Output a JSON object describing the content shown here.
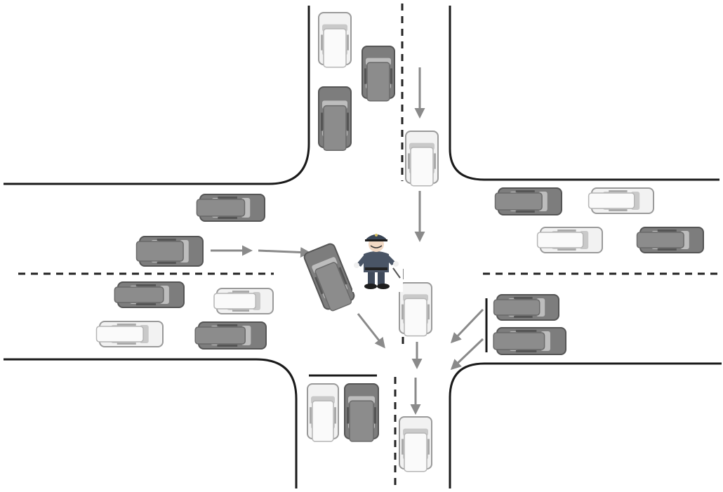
{
  "diagram": {
    "type": "intersection-traffic-scene",
    "background_color": "#ffffff",
    "road_edge_color": "#1a1a1a",
    "lane_marking_color": "#222222",
    "arrow_color": "#8a8a8a",
    "car_colors": {
      "dark": "#7d7d7d",
      "light": "#f2f2f2"
    },
    "traffic_officer": {
      "icon": "police-officer-icon",
      "uniform_color": "#4a5566"
    },
    "cars": [
      {
        "id": "car-north-1",
        "shade": "light",
        "heading": "vertical"
      },
      {
        "id": "car-north-2",
        "shade": "dark",
        "heading": "vertical"
      },
      {
        "id": "car-north-3",
        "shade": "dark",
        "heading": "vertical"
      },
      {
        "id": "car-southbound-1",
        "shade": "light",
        "heading": "vertical"
      },
      {
        "id": "car-west-1",
        "shade": "dark",
        "heading": "horizontal"
      },
      {
        "id": "car-west-2",
        "shade": "dark",
        "heading": "horizontal"
      },
      {
        "id": "car-turning",
        "shade": "dark",
        "heading": "diagonal"
      },
      {
        "id": "car-west-3",
        "shade": "dark",
        "heading": "horizontal"
      },
      {
        "id": "car-west-4",
        "shade": "light",
        "heading": "horizontal"
      },
      {
        "id": "car-west-5",
        "shade": "light",
        "heading": "horizontal"
      },
      {
        "id": "car-west-6",
        "shade": "dark",
        "heading": "horizontal"
      },
      {
        "id": "car-east-1",
        "shade": "dark",
        "heading": "horizontal"
      },
      {
        "id": "car-east-2",
        "shade": "light",
        "heading": "horizontal"
      },
      {
        "id": "car-east-3",
        "shade": "light",
        "heading": "horizontal"
      },
      {
        "id": "car-east-4",
        "shade": "dark",
        "heading": "horizontal"
      },
      {
        "id": "car-east-5",
        "shade": "dark",
        "heading": "horizontal"
      },
      {
        "id": "car-east-6",
        "shade": "dark",
        "heading": "horizontal"
      },
      {
        "id": "car-center-1",
        "shade": "light",
        "heading": "vertical"
      },
      {
        "id": "car-south-1",
        "shade": "light",
        "heading": "vertical"
      },
      {
        "id": "car-south-2",
        "shade": "dark",
        "heading": "vertical"
      },
      {
        "id": "car-south-3",
        "shade": "light",
        "heading": "vertical"
      }
    ]
  }
}
